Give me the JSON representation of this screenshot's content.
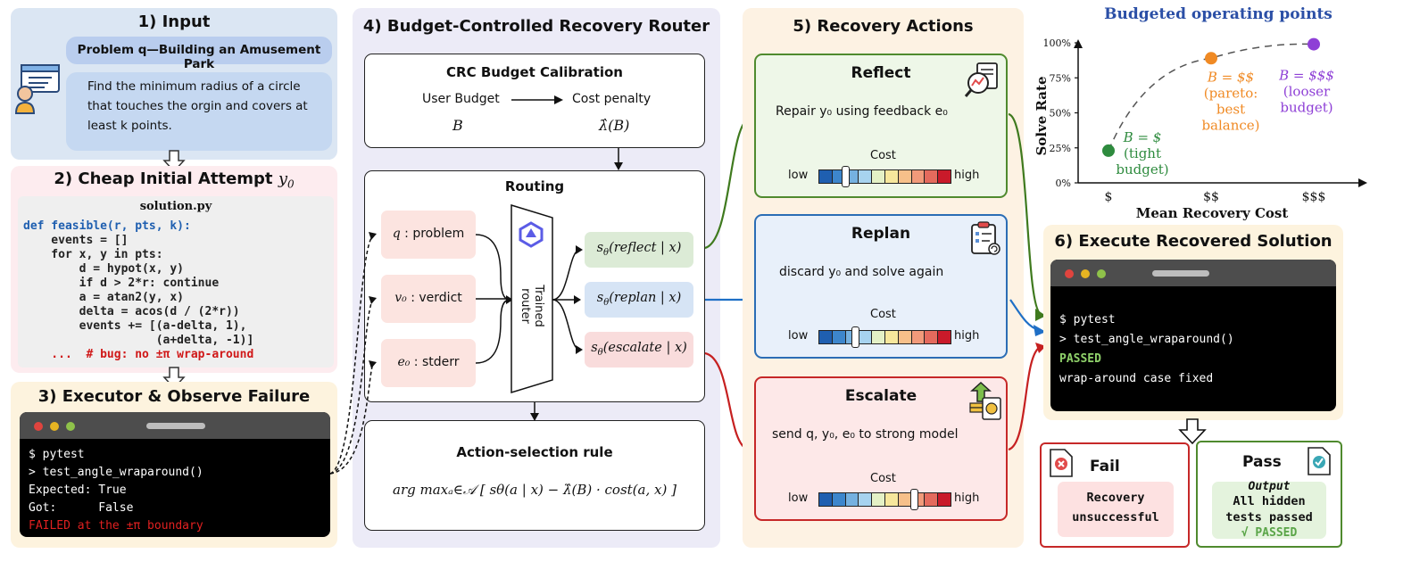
{
  "input": {
    "title": "1) Input",
    "problem_title": "Problem q—Building an Amusement Park",
    "problem_text": [
      "Find the minimum radius of a circle",
      "that touches the orgin and covers at",
      "least k points."
    ]
  },
  "attempt": {
    "title": "2) Cheap Initial Attempt",
    "title_var": "y",
    "title_sub": "0",
    "filename": "solution.py",
    "code_def": "def feasible(r, pts, k):",
    "code_lines": [
      "    events = []",
      "    for x, y in pts:",
      "        d = hypot(x, y)",
      "        if d > 2*r: continue",
      "        a = atan2(y, x)",
      "        delta = acos(d / (2*r))",
      "        events += [(a-delta, 1),",
      "                   (a+delta, -1)]"
    ],
    "code_bug": "    ...  # bug: no ±π wrap-around"
  },
  "executor": {
    "title": "3) Executor & Observe Failure",
    "lines": [
      "$ pytest",
      "> test_angle_wraparound()",
      "Expected: True",
      "Got:      False"
    ],
    "fail_line": "FAILED at the ±π boundary"
  },
  "router": {
    "title": "4) Budget-Controlled Recovery Router",
    "crc_title": "CRC Budget Calibration",
    "user_budget": "User Budget",
    "cost_penalty": "Cost penalty",
    "budget_symbol": "B",
    "lambda_symbol": "λ̂(B)",
    "routing_title": "Routing",
    "inputs": [
      {
        "sym": "q",
        "label": " : problem"
      },
      {
        "sym": "v₀",
        "label": " : verdict"
      },
      {
        "sym": "e₀",
        "label": " : stderr"
      }
    ],
    "trained_router": "Trained router",
    "scores": [
      {
        "pre": "s",
        "sub": "θ",
        "arg": "(reflect | x)",
        "color": "#dcebd6"
      },
      {
        "pre": "s",
        "sub": "θ",
        "arg": "(replan | x)",
        "color": "#d6e4f5"
      },
      {
        "pre": "s",
        "sub": "θ",
        "arg": "(escalate | x)",
        "color": "#f9dcdc"
      }
    ],
    "rule_title": "Action-selection rule",
    "rule_formula": "arg maxₐ∈𝒜 [ sθ(a | x) − λ̂(B) · cost(a, x) ]"
  },
  "actions": {
    "title": "5) Recovery Actions",
    "items": [
      {
        "name": "Reflect",
        "desc": "Repair y₀ using feedback e₀",
        "cost_label": "Cost",
        "low": "low",
        "high": "high",
        "level": 0.2,
        "bg": "#eef7e8",
        "border": "#4f8a2e",
        "icon": "analysis-icon"
      },
      {
        "name": "Replan",
        "desc": "discard y₀ and solve again",
        "cost_label": "Cost",
        "low": "low",
        "high": "high",
        "level": 0.28,
        "bg": "#e8f0fa",
        "border": "#2a6db5",
        "icon": "checklist-icon"
      },
      {
        "name": "Escalate",
        "desc": "send q, y₀, e₀ to strong model",
        "cost_label": "Cost",
        "low": "low",
        "high": "high",
        "level": 0.72,
        "bg": "#fde8e8",
        "border": "#c62828",
        "icon": "escalate-icon"
      }
    ],
    "cost_colors": [
      "#1f5fb0",
      "#3d86cc",
      "#75b1e0",
      "#a7d3ef",
      "#e4f1c6",
      "#f7e79c",
      "#f7c08a",
      "#f19a7a",
      "#e46a5d",
      "#c91a2a"
    ]
  },
  "execute": {
    "title": "6) Execute Recovered Solution",
    "lines": [
      "$ pytest",
      "> test_angle_wraparound()"
    ],
    "passed": "PASSED",
    "final": "wrap-around case fixed"
  },
  "outcomes": {
    "fail_title": "Fail",
    "fail_text": [
      "Recovery",
      "unsuccessful"
    ],
    "pass_title": "Pass",
    "pass_output": "Output",
    "pass_text": [
      "All hidden",
      "tests passed"
    ],
    "pass_check": "√ PASSED"
  },
  "chart_data": {
    "type": "scatter",
    "title": "Budgeted operating points",
    "xlabel": "Mean Recovery Cost",
    "ylabel": "Solve Rate",
    "categories": [
      "$",
      "$$",
      "$$$"
    ],
    "yticks": [
      "0%",
      "25%",
      "50%",
      "75%",
      "100%"
    ],
    "ylim": [
      0,
      100
    ],
    "points": [
      {
        "x": 0,
        "y": 23,
        "color": "#2e8b3e",
        "label": [
          "B = $",
          "(tight",
          "budget)"
        ]
      },
      {
        "x": 1,
        "y": 89,
        "color": "#f08a24",
        "label": [
          "B = $$",
          "(pareto:",
          "best",
          "balance)"
        ]
      },
      {
        "x": 2,
        "y": 99,
        "color": "#8e3fd6",
        "label": [
          "B = $$$",
          "(looser",
          "budget)"
        ]
      }
    ],
    "grid": false
  }
}
